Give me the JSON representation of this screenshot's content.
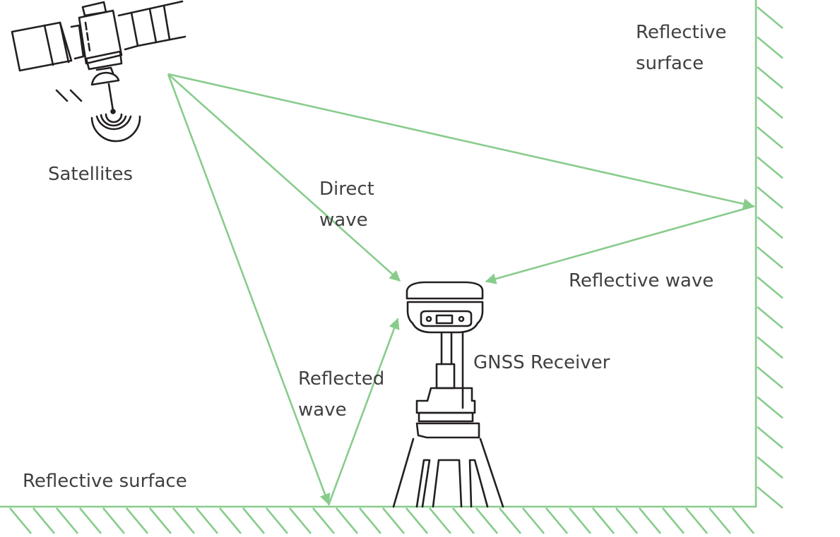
{
  "labels": {
    "satellites": "Satellites",
    "direct_wave": "Direct\nwave",
    "reflective_wave": "Reflective wave",
    "reflected_wave": "Reflected\nwave",
    "gnss_receiver": "GNSS Receiver",
    "reflective_surface_ground": "Reflective surface",
    "reflective_surface_wall": "Reflective\nsurface"
  },
  "colors": {
    "signal": "#88cc8c",
    "ink": "#231f20",
    "text": "#404040"
  }
}
